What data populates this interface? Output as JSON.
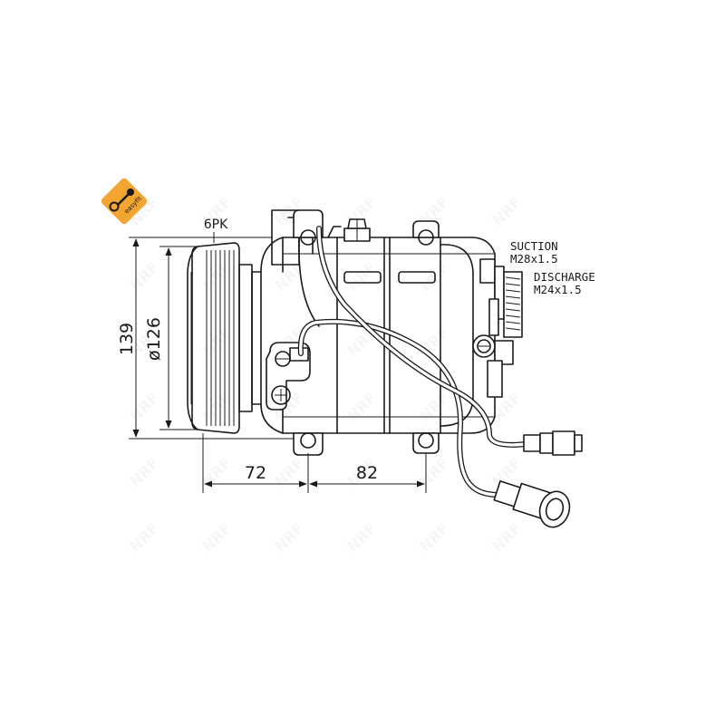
{
  "badge": {
    "text": "easyfit",
    "color": "#f2a531"
  },
  "pulley": {
    "grooves": "6PK"
  },
  "dimensions": {
    "overall_height": "139",
    "pulley_diameter": "ø126",
    "front_to_mount": "72",
    "mount_spacing": "82"
  },
  "ports": {
    "suction_label": "SUCTION",
    "suction_thread": "M28x1.5",
    "discharge_label": "DISCHARGE",
    "discharge_thread": "M24x1.5"
  },
  "watermark": {
    "text": "NRF"
  }
}
